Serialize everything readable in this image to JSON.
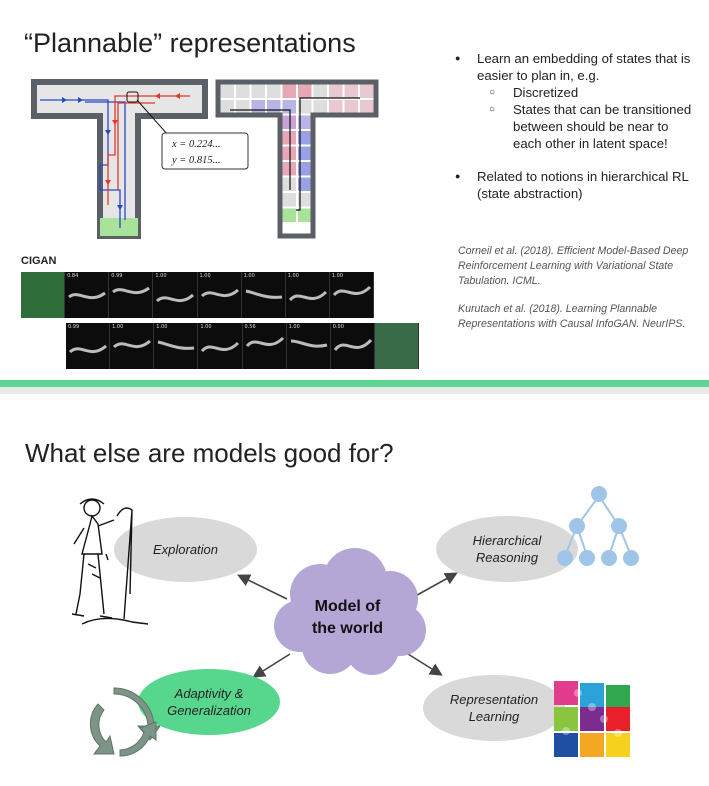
{
  "slide1": {
    "title": "“Plannable” representations",
    "bullets": [
      {
        "text": "Learn an embedding of states that is easier to plan in, e.g.",
        "sub": [
          "Discretized",
          "States that can be transitioned between should be near to each other in latent space!"
        ]
      },
      {
        "text": "Related to notions in hierarchical RL (state abstraction)",
        "sub": []
      }
    ],
    "coords": {
      "x": "x = 0.224...",
      "y": "y = 0.815..."
    },
    "citations": [
      "Corneil et al. (2018). Efficient Model-Based Deep Reinforcement Learning with Variational State Tabulation. ICML.",
      "Kurutach et al. (2018). Learning Plannable Representations with Causal InfoGAN. NeurIPS."
    ],
    "cigan_label": "CIGAN",
    "strip_top_scores": [
      "0.84",
      "0.99",
      "1.00",
      "1.00",
      "1.00",
      "1.00",
      "1.00"
    ],
    "strip_bottom_scores": [
      "0.99",
      "1.00",
      "1.00",
      "1.00",
      "0.56",
      "1.00",
      "0.00"
    ]
  },
  "slide2": {
    "title": "What else are models good for?",
    "center": {
      "line1": "Model of",
      "line2": "the world"
    },
    "bubbles": {
      "exploration": "Exploration",
      "hierarchical": {
        "line1": "Hierarchical",
        "line2": "Reasoning"
      },
      "adaptivity": {
        "line1": "Adaptivity &",
        "line2": "Generalization"
      },
      "representation": {
        "line1": "Representation",
        "line2": "Learning"
      }
    },
    "colors": {
      "cloud": "#b4a7d6",
      "adaptivity": "#57d68d",
      "bubble": "#d9d9d9",
      "tree": "#9fc5e8"
    }
  }
}
